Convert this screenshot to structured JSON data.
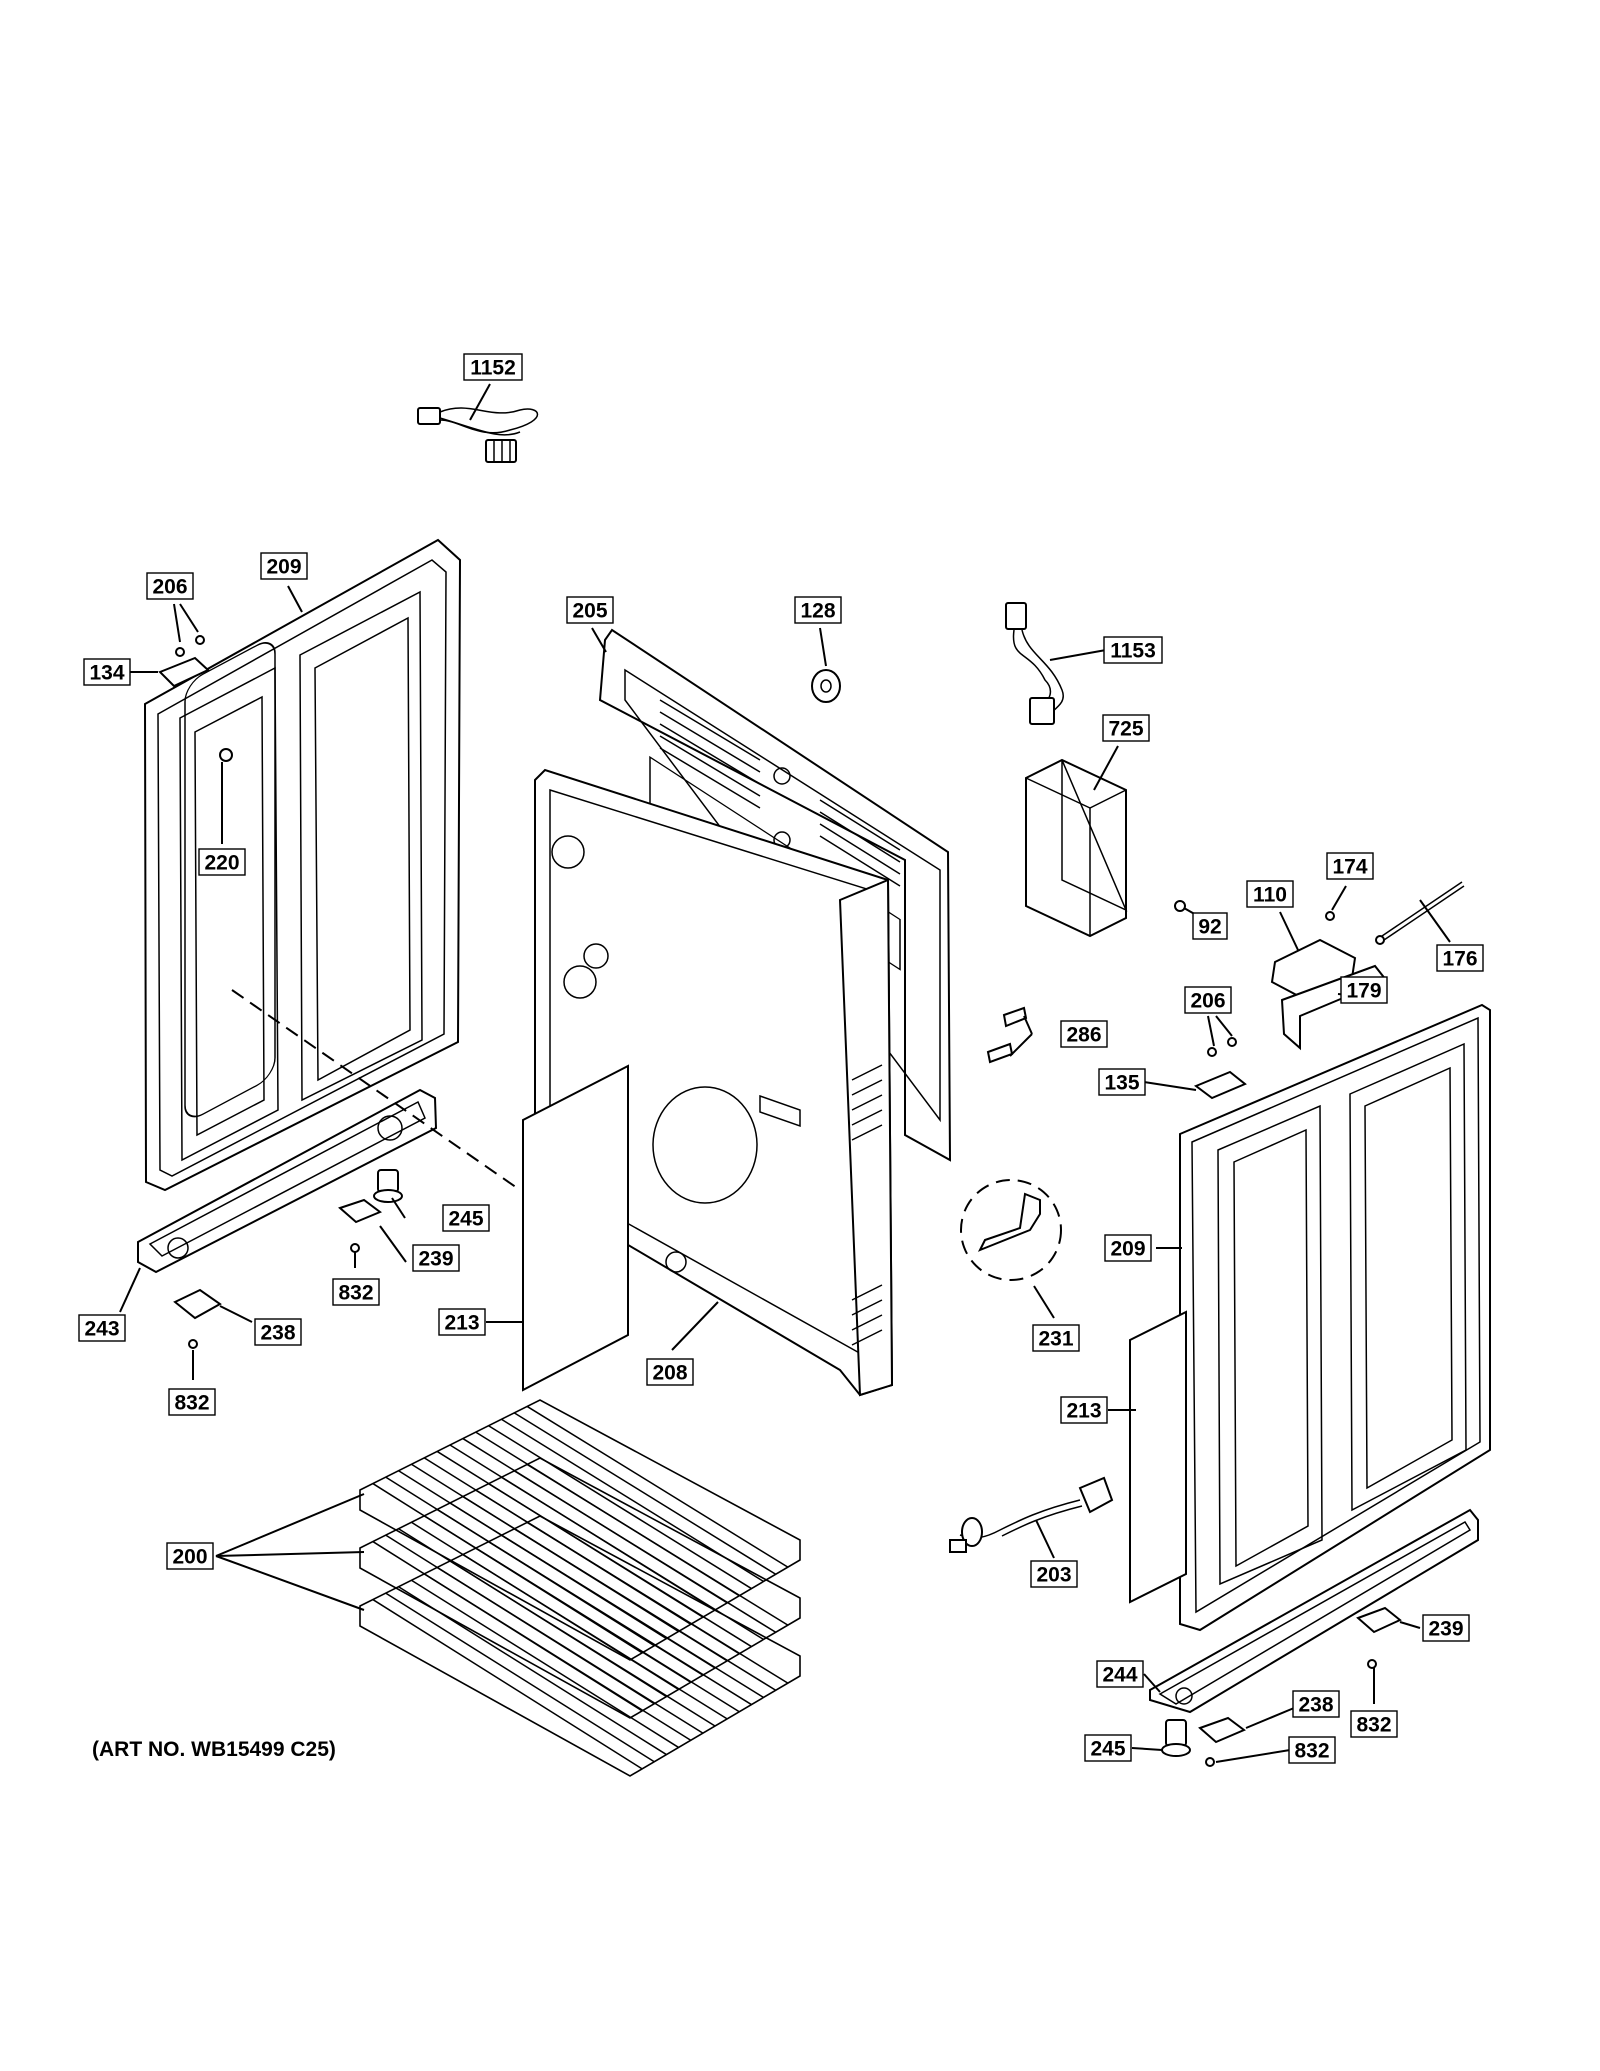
{
  "art_number": "(ART NO. WB15499 C25)",
  "callouts": [
    {
      "id": "c1152",
      "label": "1152"
    },
    {
      "id": "c206a",
      "label": "206"
    },
    {
      "id": "c209a",
      "label": "209"
    },
    {
      "id": "c134",
      "label": "134"
    },
    {
      "id": "c220",
      "label": "220"
    },
    {
      "id": "c205",
      "label": "205"
    },
    {
      "id": "c128",
      "label": "128"
    },
    {
      "id": "c1153",
      "label": "1153"
    },
    {
      "id": "c725",
      "label": "725"
    },
    {
      "id": "c174",
      "label": "174"
    },
    {
      "id": "c110",
      "label": "110"
    },
    {
      "id": "c92",
      "label": "92"
    },
    {
      "id": "c176",
      "label": "176"
    },
    {
      "id": "c179",
      "label": "179"
    },
    {
      "id": "c206b",
      "label": "206"
    },
    {
      "id": "c286",
      "label": "286"
    },
    {
      "id": "c135",
      "label": "135"
    },
    {
      "id": "c245a",
      "label": "245"
    },
    {
      "id": "c239a",
      "label": "239"
    },
    {
      "id": "c832a",
      "label": "832"
    },
    {
      "id": "c243",
      "label": "243"
    },
    {
      "id": "c238a",
      "label": "238"
    },
    {
      "id": "c832b",
      "label": "832"
    },
    {
      "id": "c213a",
      "label": "213"
    },
    {
      "id": "c208",
      "label": "208"
    },
    {
      "id": "c231",
      "label": "231"
    },
    {
      "id": "c209b",
      "label": "209"
    },
    {
      "id": "c213b",
      "label": "213"
    },
    {
      "id": "c200",
      "label": "200"
    },
    {
      "id": "c203",
      "label": "203"
    },
    {
      "id": "c239b",
      "label": "239"
    },
    {
      "id": "c244",
      "label": "244"
    },
    {
      "id": "c832c",
      "label": "832"
    },
    {
      "id": "c238b",
      "label": "238"
    },
    {
      "id": "c245b",
      "label": "245"
    },
    {
      "id": "c832d",
      "label": "832"
    }
  ]
}
